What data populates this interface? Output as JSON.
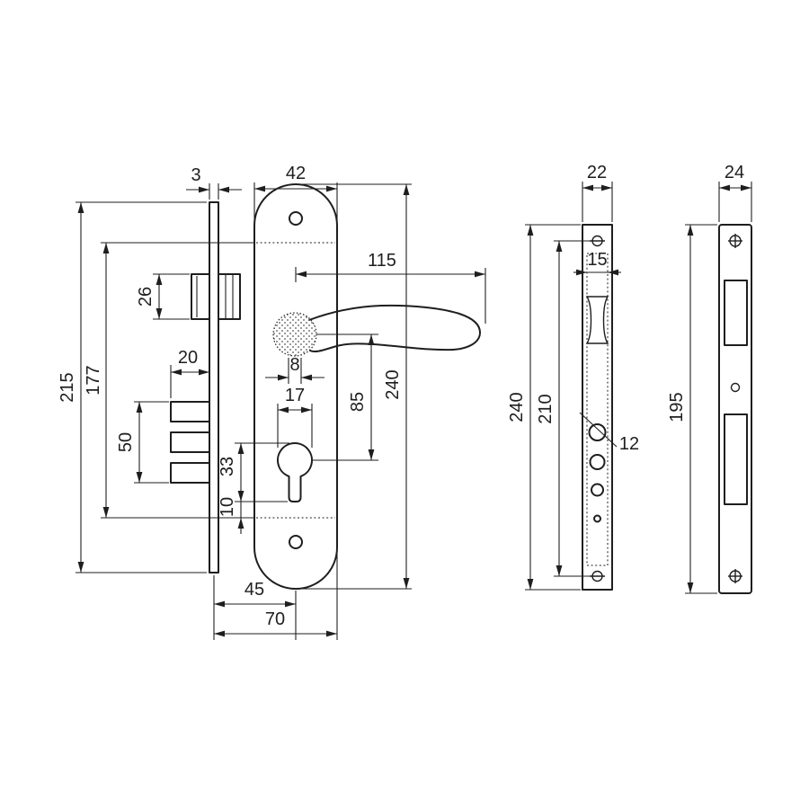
{
  "colors": {
    "line": "#1e1e1e",
    "background": "#ffffff"
  },
  "views": {
    "assembly": {
      "dims": {
        "faceplate_thickness": "3",
        "plate_width": "42",
        "handle_length": "115",
        "faceplate_height": "215",
        "case_height": "177",
        "latch_height": "26",
        "bolt_throw": "20",
        "deadbolt_height": "50",
        "spindle_size": "8",
        "cylinder_width": "17",
        "handle_to_cylinder": "85",
        "plate_height": "240",
        "cylinder_height": "33",
        "cylinder_bottom_offset": "10",
        "backset": "45",
        "overall_depth": "70"
      }
    },
    "lock_body": {
      "dims": {
        "face_width": "22",
        "case_width": "15",
        "face_height": "240",
        "screw_spacing": "210",
        "hole_diameter": "12"
      }
    },
    "strike_plate": {
      "dims": {
        "width": "24",
        "height": "195"
      }
    }
  }
}
